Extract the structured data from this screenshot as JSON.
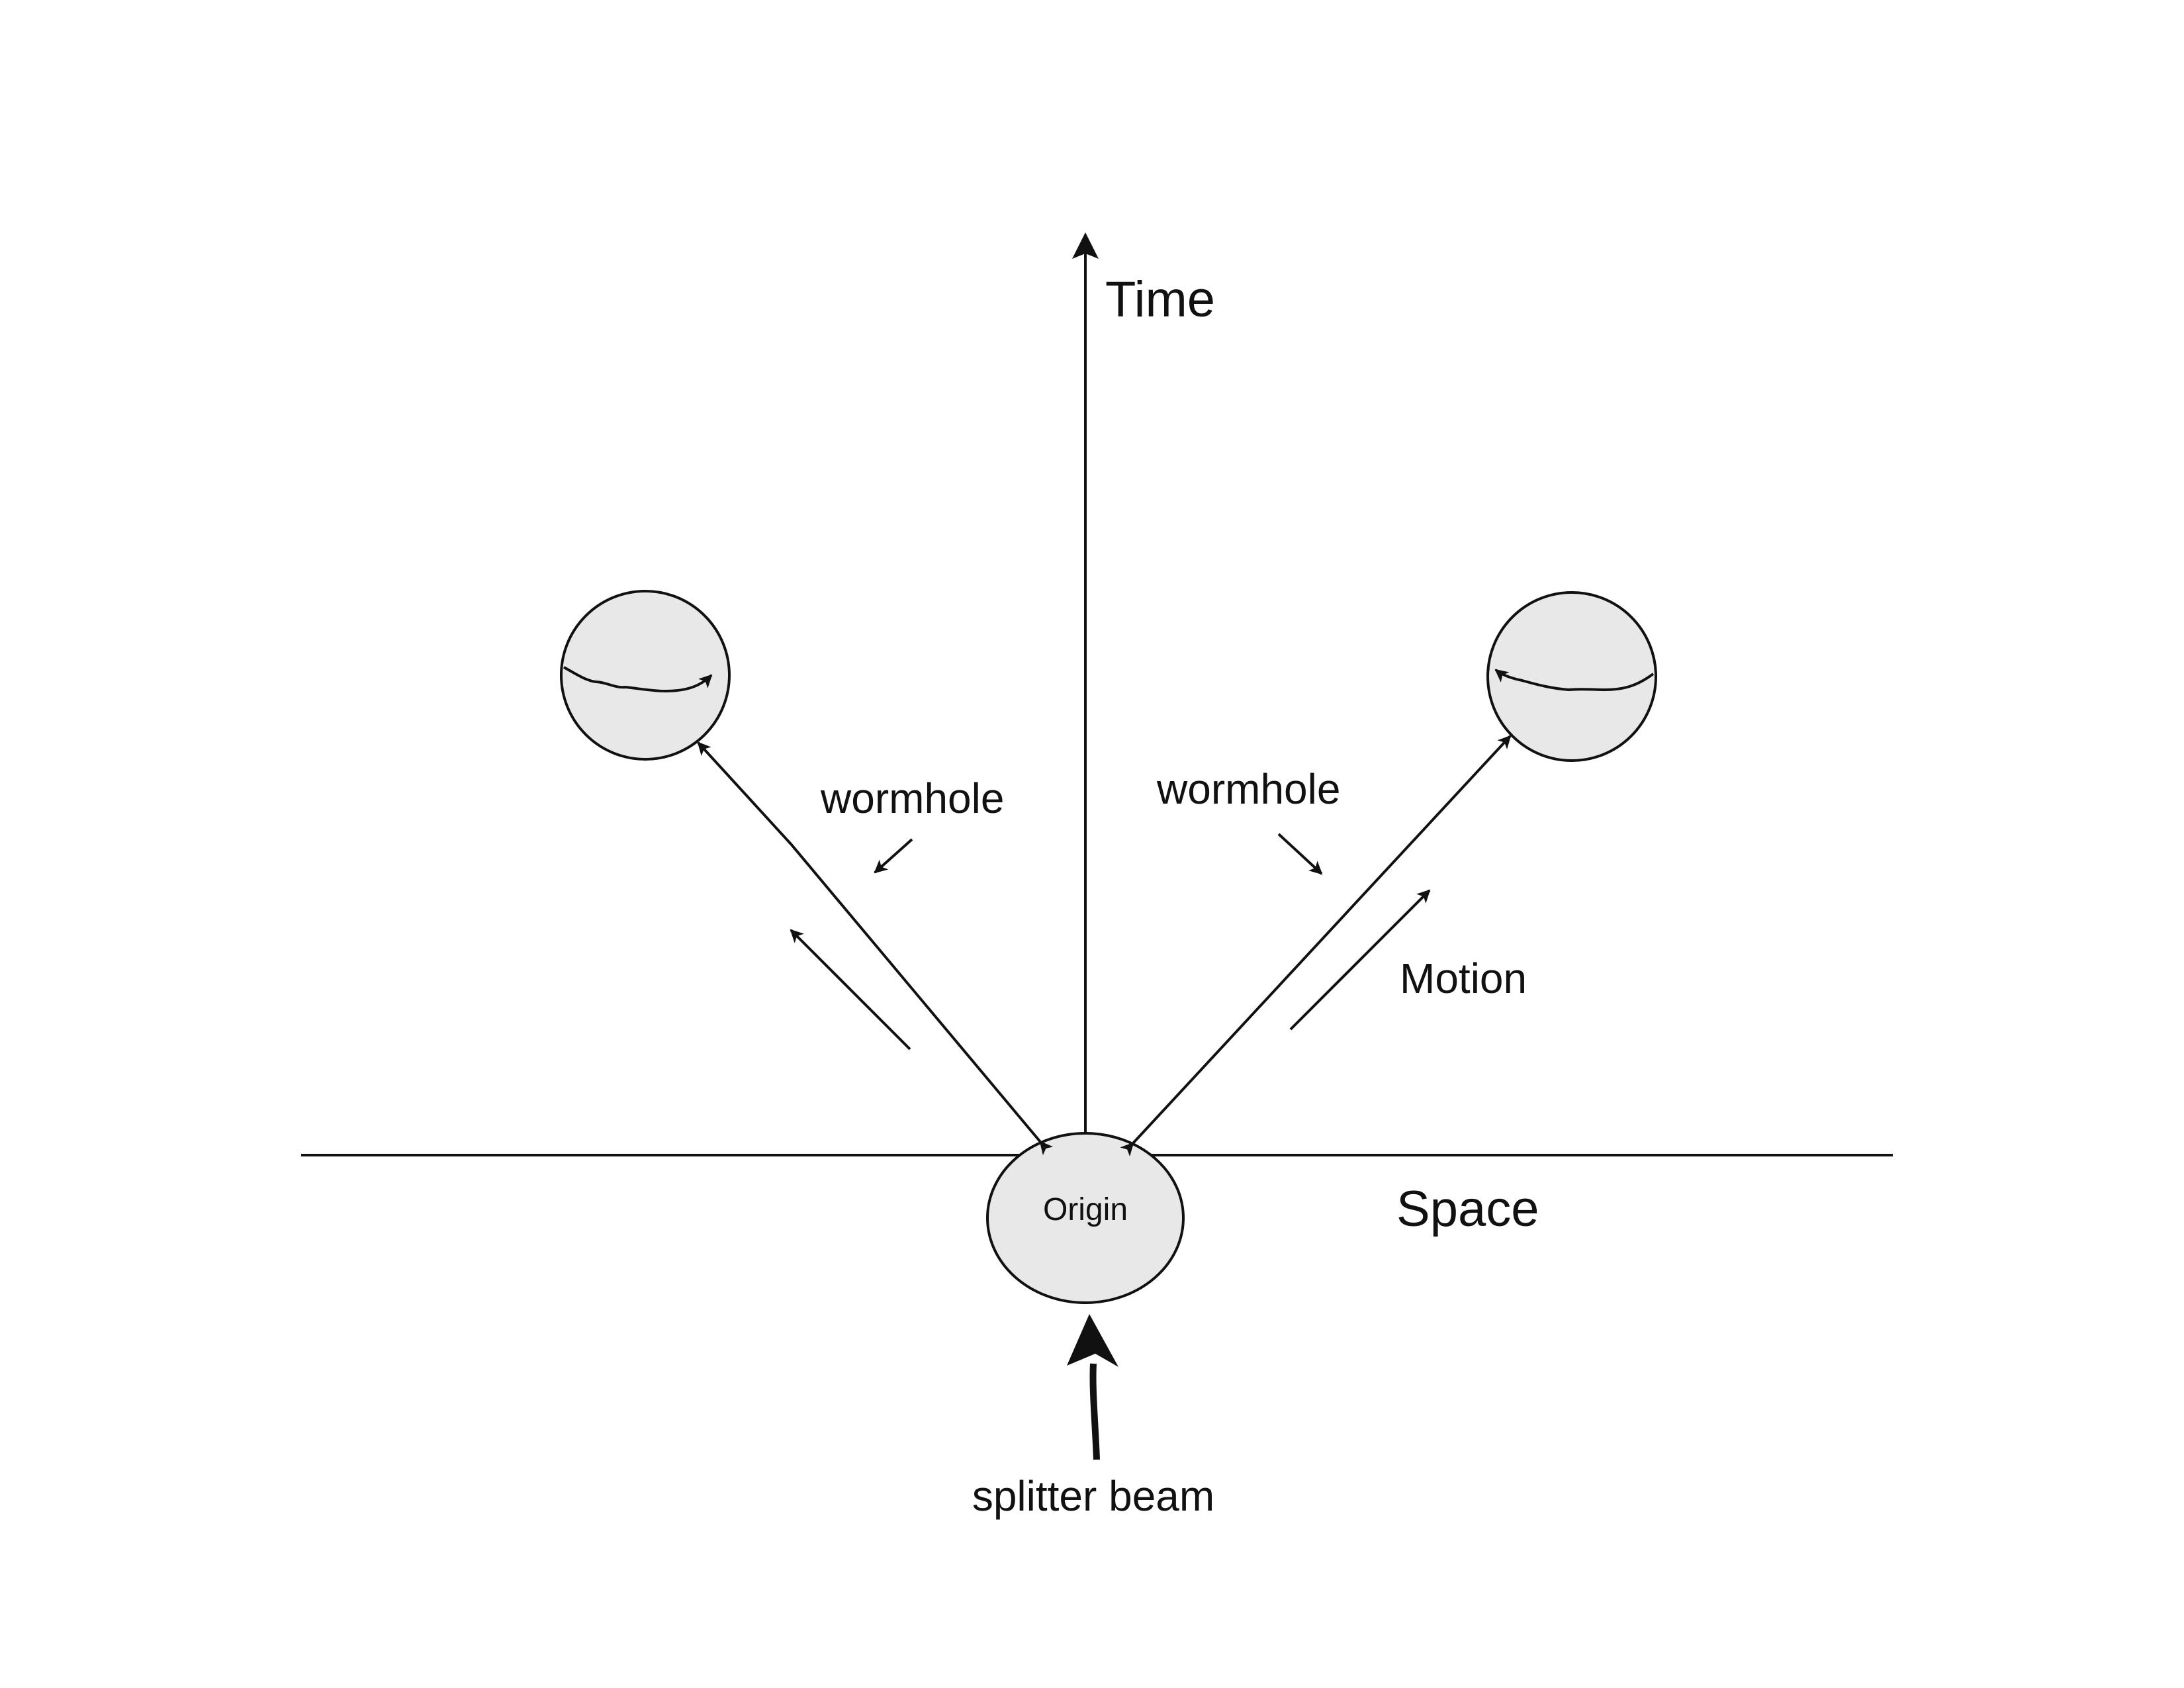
{
  "labels": {
    "time": "Time",
    "space": "Space",
    "origin": "Origin",
    "wormhole_left": "wormhole",
    "wormhole_right": "wormhole",
    "motion": "Motion",
    "splitter_beam": "splitter beam"
  },
  "colors": {
    "stroke": "#111111",
    "bubble_fill": "#e8e8e8",
    "background": "#ffffff"
  }
}
